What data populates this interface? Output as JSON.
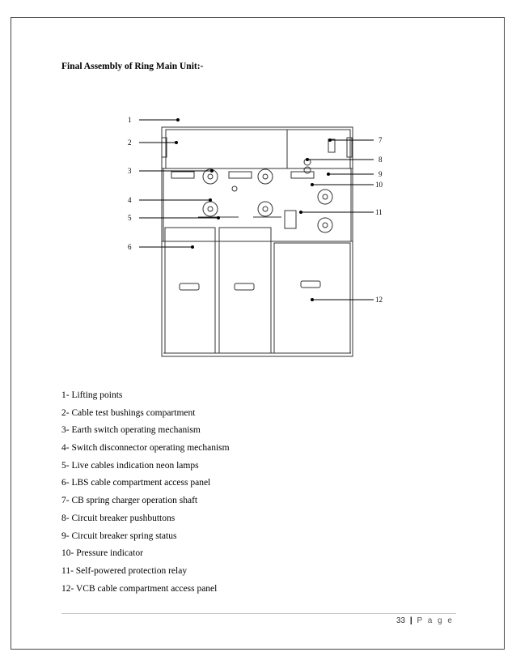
{
  "document": {
    "title": "Final Assembly of Ring Main Unit:-",
    "diagram_callouts": [
      "1",
      "2",
      "3",
      "4",
      "5",
      "6",
      "7",
      "8",
      "9",
      "10",
      "11",
      "12"
    ],
    "legend": [
      "1- Lifting points",
      "2- Cable test bushings compartment",
      "3- Earth switch operating mechanism",
      "4- Switch disconnector operating mechanism",
      "5- Live cables indication neon lamps",
      "6- LBS cable compartment access panel",
      "7- CB spring charger operation shaft",
      "8- Circuit breaker pushbuttons",
      "9- Circuit breaker spring status",
      "10- Pressure indicator",
      "11- Self-powered protection relay",
      "12- VCB cable compartment access panel"
    ]
  },
  "footer": {
    "page_number": "33",
    "separator": "|",
    "page_word": "P a g e"
  }
}
